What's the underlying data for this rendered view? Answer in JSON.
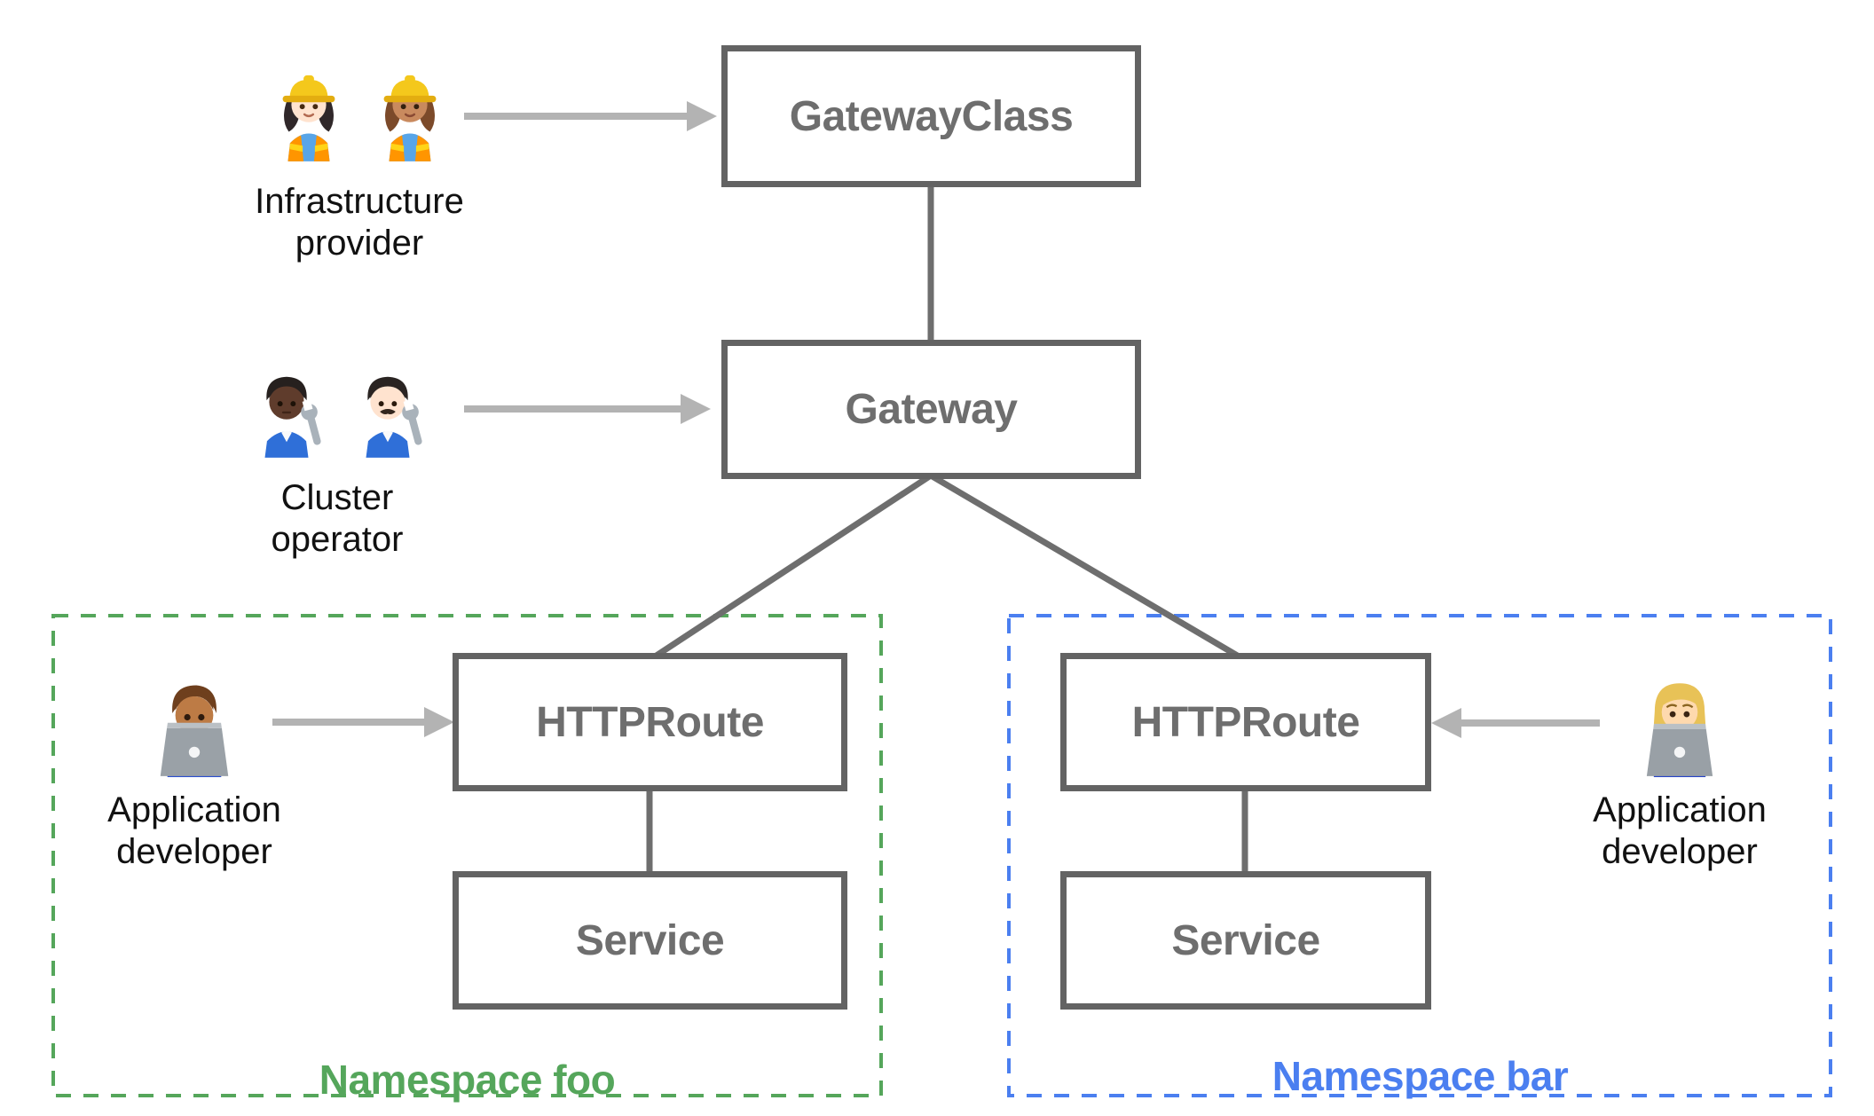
{
  "diagram_type": "resource-hierarchy",
  "nodes": {
    "gateway_class": {
      "label": "GatewayClass"
    },
    "gateway": {
      "label": "Gateway"
    },
    "httproute_foo": {
      "label": "HTTPRoute"
    },
    "service_foo": {
      "label": "Service"
    },
    "httproute_bar": {
      "label": "HTTPRoute"
    },
    "service_bar": {
      "label": "Service"
    }
  },
  "edges": [
    {
      "from": "gateway_class",
      "to": "gateway"
    },
    {
      "from": "gateway",
      "to": "httproute_foo"
    },
    {
      "from": "gateway",
      "to": "httproute_bar"
    },
    {
      "from": "httproute_foo",
      "to": "service_foo"
    },
    {
      "from": "httproute_bar",
      "to": "service_bar"
    }
  ],
  "personas": {
    "infrastructure_provider": {
      "lines": [
        "Infrastructure",
        "provider"
      ],
      "icons": [
        "woman-construction-worker-light-icon",
        "woman-construction-worker-medium-icon"
      ],
      "manages": "gateway_class"
    },
    "cluster_operator": {
      "lines": [
        "Cluster",
        "operator"
      ],
      "icons": [
        "person-mechanic-dark-icon",
        "man-mechanic-light-icon"
      ],
      "manages": "gateway"
    },
    "application_developer_foo": {
      "lines": [
        "Application",
        "developer"
      ],
      "icons": [
        "man-technologist-icon"
      ],
      "manages": "httproute_foo"
    },
    "application_developer_bar": {
      "lines": [
        "Application",
        "developer"
      ],
      "icons": [
        "woman-technologist-icon"
      ],
      "manages": "httproute_bar"
    }
  },
  "namespaces": {
    "foo": {
      "label": "Namespace foo"
    },
    "bar": {
      "label": "Namespace bar"
    }
  },
  "theme": {
    "background": "#ffffff",
    "node_border": "#636363",
    "node_text": "#6e6e6e",
    "connector": "#6e6e6e",
    "arrow": "#b3b3b3",
    "persona_text": "#111111",
    "namespace_foo": "#55a65b",
    "namespace_bar": "#4b7ff0"
  }
}
